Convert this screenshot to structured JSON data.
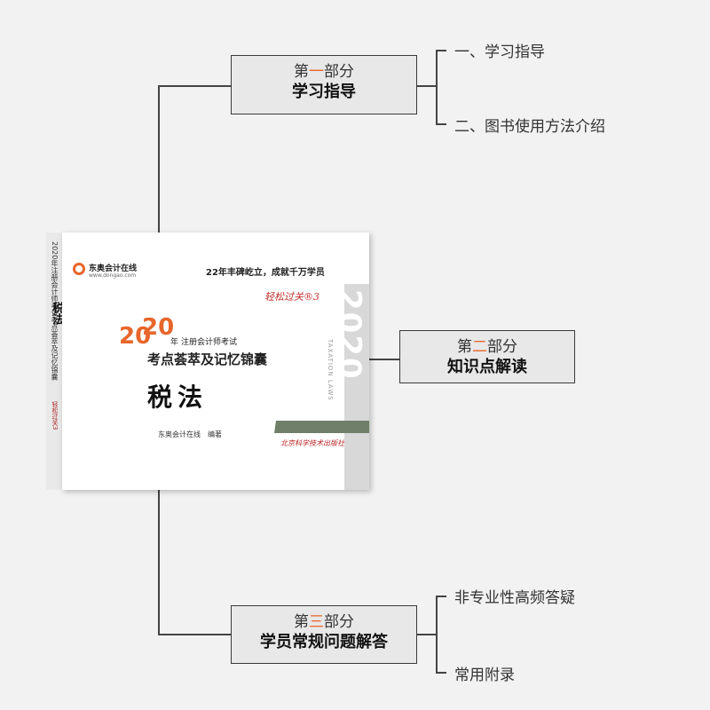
{
  "sections": [
    {
      "line1_pre": "第",
      "line1_num": "一",
      "line1_post": "部分",
      "line2": "学习指导",
      "items": [
        "一、学习指导",
        "二、图书使用方法介绍"
      ]
    },
    {
      "line1_pre": "第",
      "line1_num": "二",
      "line1_post": "部分",
      "line2": "知识点解读",
      "items": []
    },
    {
      "line1_pre": "第",
      "line1_num": "三",
      "line1_post": "部分",
      "line2": "学员常规问题解答",
      "items": [
        "非专业性高频答疑",
        "常用附录"
      ]
    }
  ],
  "book": {
    "brand": "东奥会计在线",
    "url": "www.dongao.com",
    "slogan": "22年丰碑屹立，成就千万学员",
    "series": "轻松过关®3",
    "year_a": "20",
    "year_b": "20",
    "year_suffix": "年",
    "exam": "注册会计师考试",
    "subtitle": "考点荟萃及记忆锦囊",
    "title": "税法",
    "editor": "东奥会计在线　编著",
    "year_vertical": "2020",
    "laws_vertical": "TAXATION LAWS",
    "publisher": "北京科学技术出版社",
    "spine_text": "2020年注册会计师考试考点荟萃及记忆锦囊",
    "spine_title": "税法",
    "spine_series": "轻松过关3"
  },
  "colors": {
    "accent": "#e8662b",
    "box_bg": "#e8e8e8",
    "line": "#444444"
  }
}
